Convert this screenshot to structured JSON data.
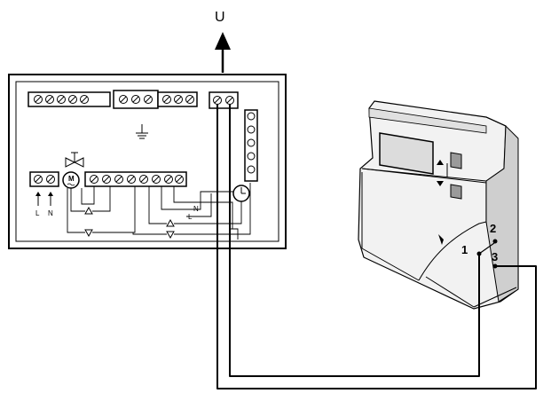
{
  "top_label": "U",
  "supply_labels": {
    "live": "L",
    "neutral": "N"
  },
  "motor_label": "M",
  "thermostat_wiring": {
    "neutral": "N",
    "live": "L"
  },
  "thermostat_terminals": [
    "1",
    "2",
    "3"
  ],
  "icons": [
    "ground-icon",
    "valve-icon",
    "motor-icon",
    "clock-icon",
    "arrow-up-icon",
    "triangle-up-icon",
    "triangle-down-icon"
  ],
  "colors": {
    "line": "#000000",
    "device_body": "#f2f2f2",
    "device_side": "#cfcfcf",
    "display": "#dcdcdc"
  }
}
